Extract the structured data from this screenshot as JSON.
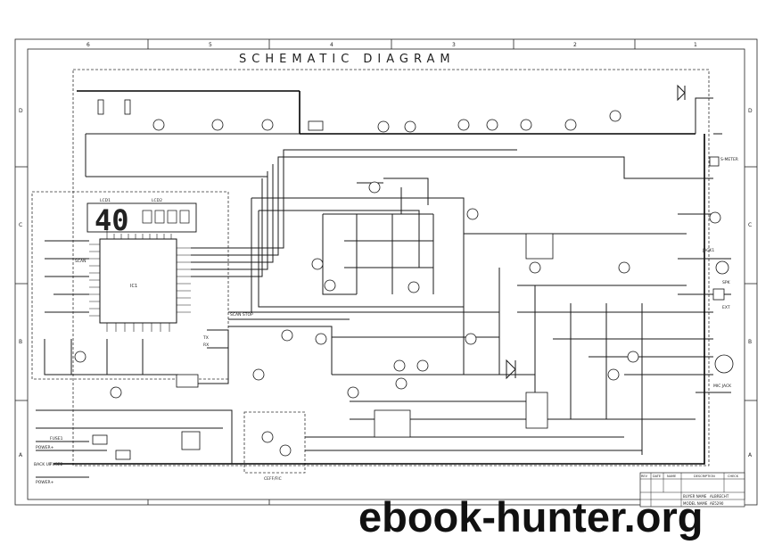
{
  "title": "SCHEMATIC DIAGRAM",
  "grid_cols": [
    "6",
    "5",
    "4",
    "3",
    "2",
    "1"
  ],
  "grid_rows": [
    "D",
    "C",
    "B",
    "A"
  ],
  "display": {
    "digits": "40",
    "lcd_label_left": "LCD1",
    "lcd_label_right": "LCD2"
  },
  "chip_label": "IC1",
  "left_labels": [
    {
      "id": "fuse1",
      "text": "FUSE1"
    },
    {
      "id": "power1",
      "text": "POWER+"
    },
    {
      "id": "backup",
      "text": "BACK UP"
    },
    {
      "id": "fuse2",
      "text": "FUSE2"
    },
    {
      "id": "power2",
      "text": "POWER+"
    }
  ],
  "right_labels": [
    {
      "id": "smeter",
      "text": "S-METER"
    },
    {
      "id": "jack1",
      "text": "JACK1"
    },
    {
      "id": "spk",
      "text": "SPK"
    },
    {
      "id": "ext",
      "text": "EXT"
    },
    {
      "id": "micjack",
      "text": "MIC JACK"
    }
  ],
  "net_labels": [
    {
      "id": "scan",
      "text": "SCAN"
    },
    {
      "id": "scanstop",
      "text": "SCAN STOP"
    },
    {
      "id": "tx",
      "text": "TX"
    },
    {
      "id": "rx",
      "text": "RX"
    },
    {
      "id": "ceff",
      "text": "CEFF/FIC"
    }
  ],
  "title_block": {
    "headers": [
      "REV",
      "DATE",
      "NAME",
      "DESCRIPTION",
      "CHECK"
    ],
    "buyer_label": "BUYER NAME",
    "buyer_value": "ALBRECHT",
    "model_label": "MODEL NAME",
    "model_value": "AE5290"
  },
  "watermark": "ebook-hunter.org"
}
